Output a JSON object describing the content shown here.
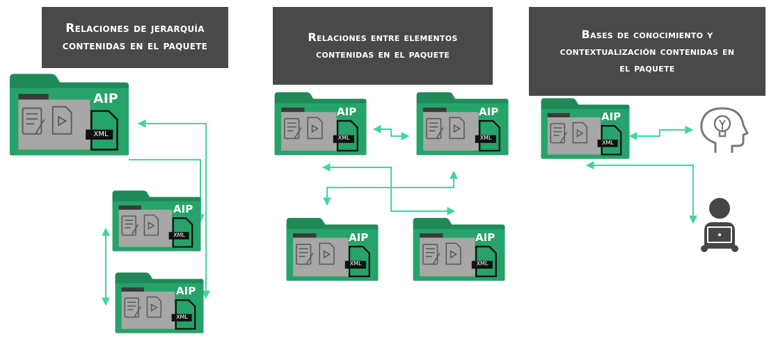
{
  "panels": [
    {
      "title_line1": "Relaciones de jerarquía",
      "title_line2": "contenidas en el paquete",
      "title_line3": ""
    },
    {
      "title_line1": "Relaciones entre elementos",
      "title_line2": "contenidas en el paquete",
      "title_line3": ""
    },
    {
      "title_line1": "Bases de conocimiento y",
      "title_line2": "contextualización contenidas en",
      "title_line3": "el paquete"
    }
  ],
  "folder": {
    "badge": "AIP",
    "file_type": "XML"
  },
  "colors": {
    "folder_body": "#26a36a",
    "folder_tab": "#1f8a58",
    "folder_shade": "#3a3a3a",
    "doc_panel": "#a7a7a7",
    "arrow": "#3ed79a",
    "header_bg": "#494949"
  },
  "icons": {
    "document": "document-edit-icon",
    "video": "video-file-icon",
    "xml": "xml-file-icon",
    "knowledge": "head-lightbulb-icon",
    "user": "user-laptop-icon"
  }
}
